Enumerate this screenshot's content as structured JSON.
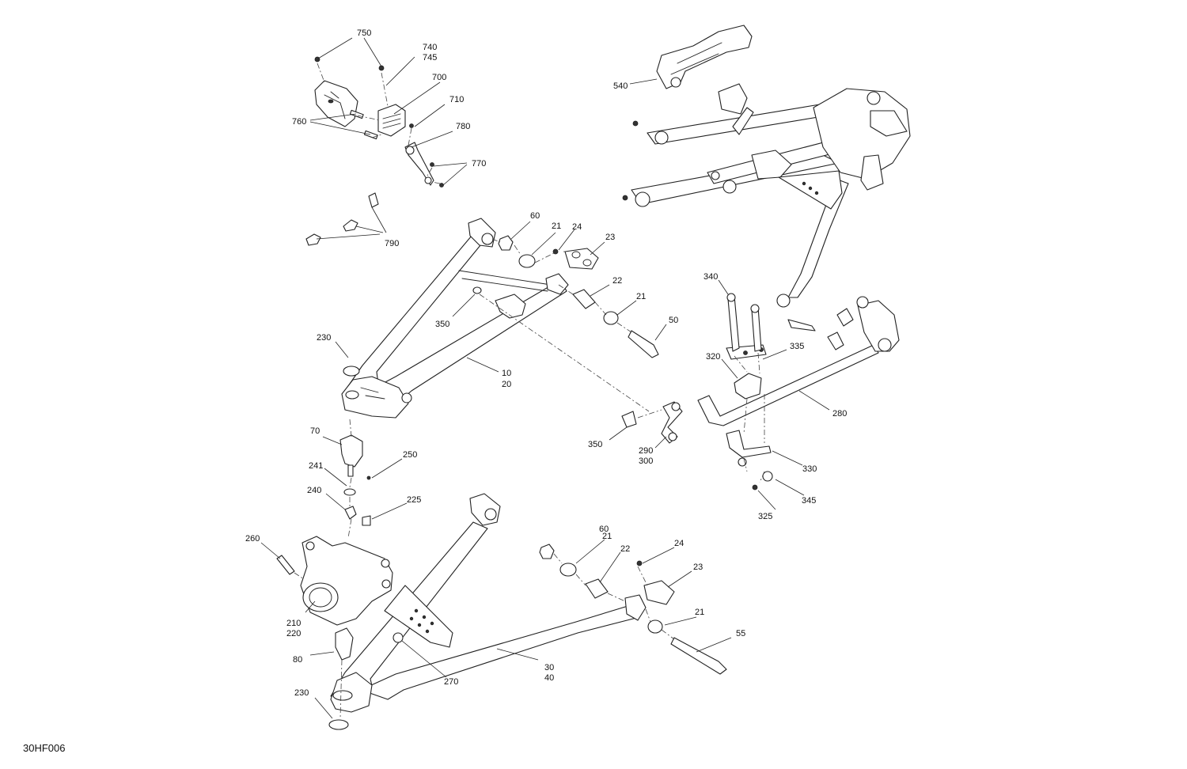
{
  "diagram_code": "30HF006",
  "callouts": {
    "c750": "750",
    "c740": "740",
    "c745": "745",
    "c700": "700",
    "c710": "710",
    "c780": "780",
    "c760": "760",
    "c770": "770",
    "c790": "790",
    "c540": "540",
    "u60": "60",
    "u21a": "21",
    "u24": "24",
    "u23": "23",
    "u22": "22",
    "u21b": "21",
    "u350": "350",
    "u50": "50",
    "u230": "230",
    "u10": "10",
    "u20": "20",
    "s340": "340",
    "s335": "335",
    "s320": "320",
    "s280": "280",
    "s350": "350",
    "s290": "290",
    "s300": "300",
    "s330": "330",
    "s345": "345",
    "s325": "325",
    "l70": "70",
    "l250": "250",
    "l241": "241",
    "l240": "240",
    "l225": "225",
    "l260": "260",
    "l210": "210",
    "l220": "220",
    "l80": "80",
    "l270": "270",
    "l230": "230",
    "l30": "30",
    "l40": "40",
    "l60": "60",
    "l21a": "21",
    "l22": "22",
    "l24": "24",
    "l23": "23",
    "l21b": "21",
    "l55": "55"
  }
}
